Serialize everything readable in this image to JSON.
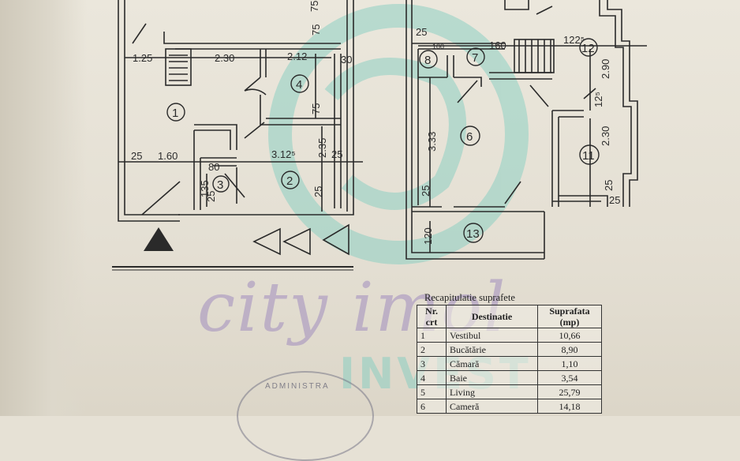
{
  "plan": {
    "dimensions": {
      "d_125": "1.25",
      "d_230": "2.30",
      "d_212": "2.12",
      "d_75a": "75",
      "d_30": "30",
      "d_75b": "75",
      "d_160_left": "1.60",
      "d_3125": "3.12⁵",
      "d_235": "2.35",
      "d_25a": "25",
      "d_25b": "25",
      "d_25c": "25",
      "d_80": "80",
      "d_135": "135",
      "d_25d": "25",
      "d_25e": "25",
      "d_25f": "25",
      "d_100": "100",
      "d_160_right": "160",
      "d_1225": "122⁵",
      "d_290": "2.90",
      "d_333": "3.33",
      "d_125b": "12⁵",
      "d_230b": "2.30",
      "d_25g": "25",
      "d_25h": "25",
      "d_120": "120",
      "d_75c": "75"
    },
    "room_labels": [
      "1",
      "2",
      "3",
      "4",
      "6",
      "7",
      "8",
      "11",
      "12",
      "13"
    ]
  },
  "watermark": {
    "script": "city imol",
    "block": "INVEST",
    "stamp": "ADMINISTRA"
  },
  "recap_table": {
    "caption": "Recapitulatie suprafete",
    "headers": {
      "nr": "Nr. crt",
      "destinatie": "Destinatie",
      "suprafata": "Suprafata (mp)"
    },
    "rows": [
      {
        "nr": "1",
        "destinatie": "Vestibul",
        "suprafata": "10,66"
      },
      {
        "nr": "2",
        "destinatie": "Bucătărie",
        "suprafata": "8,90"
      },
      {
        "nr": "3",
        "destinatie": "Cămară",
        "suprafata": "1,10"
      },
      {
        "nr": "4",
        "destinatie": "Baie",
        "suprafata": "3,54"
      },
      {
        "nr": "5",
        "destinatie": "Living",
        "suprafata": "25,79"
      },
      {
        "nr": "6",
        "destinatie": "Cameră",
        "suprafata": "14,18"
      }
    ]
  }
}
